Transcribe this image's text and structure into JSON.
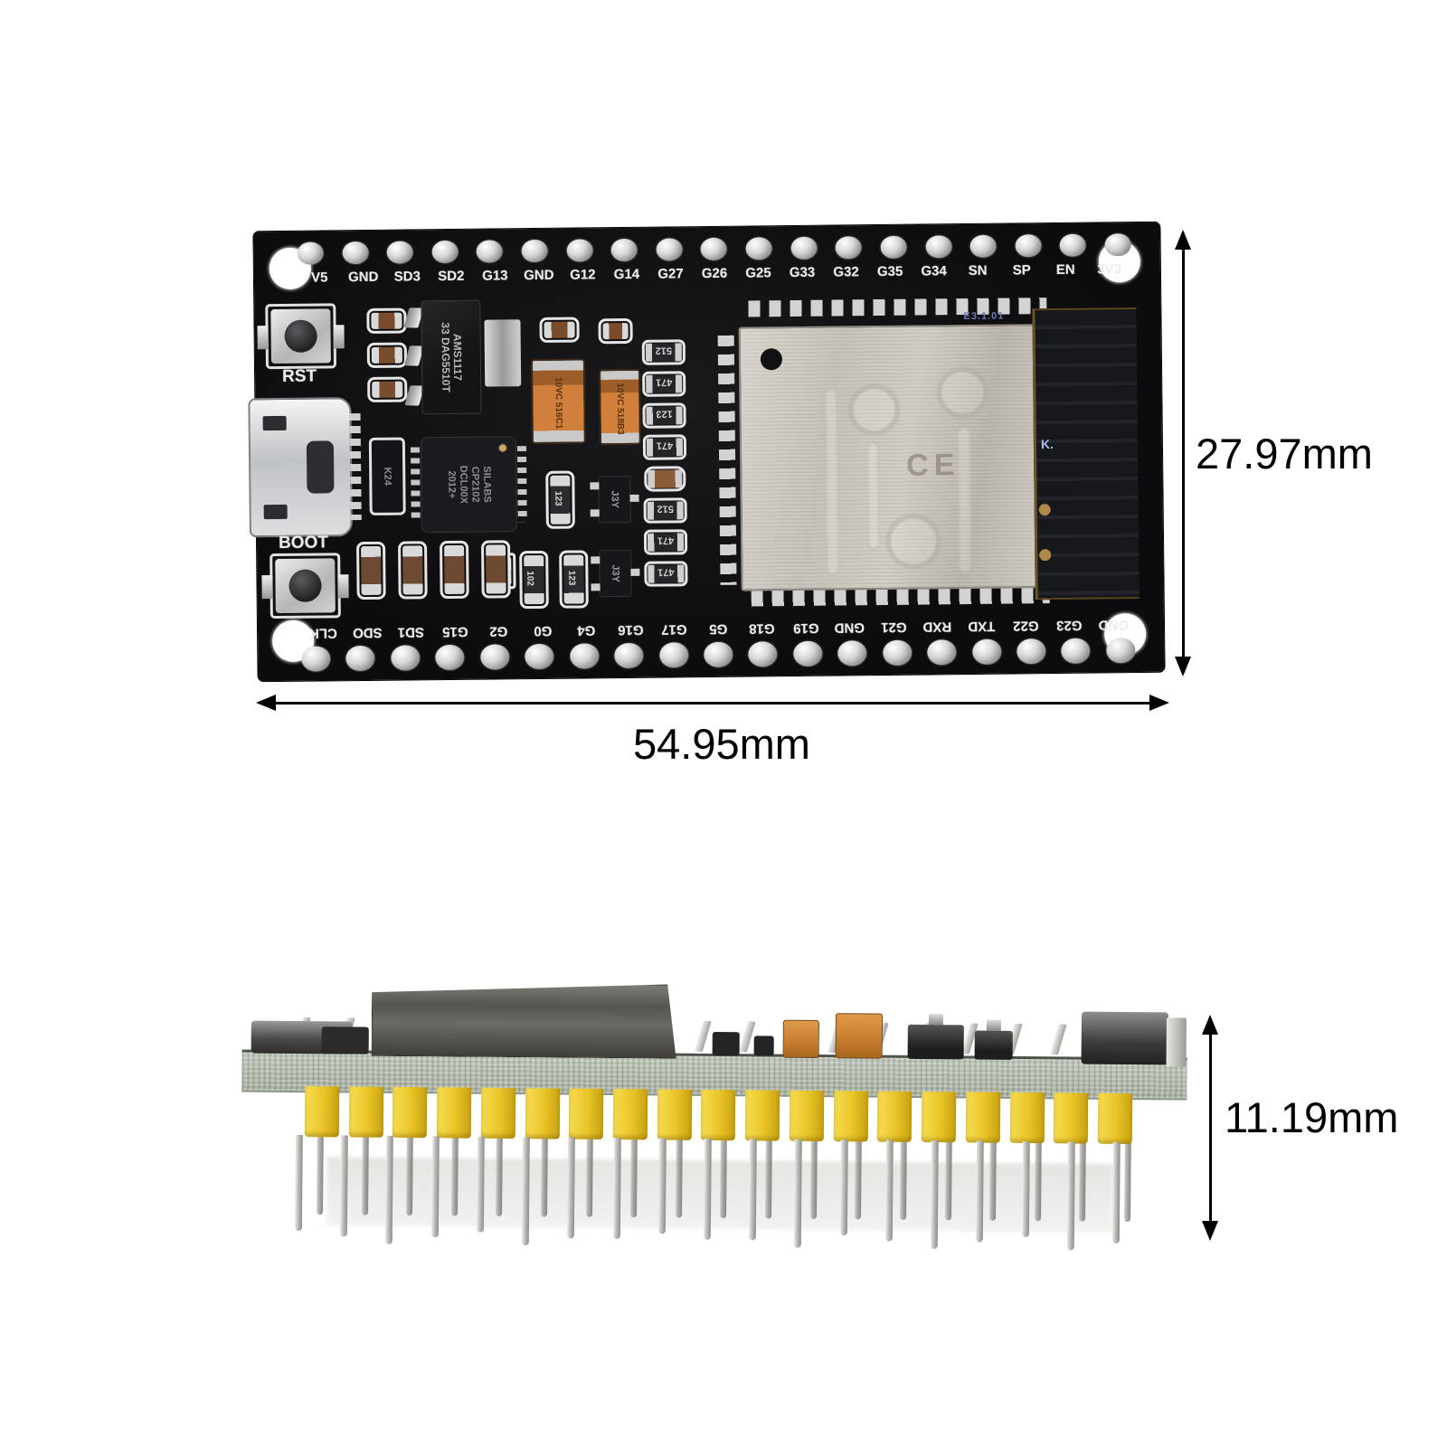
{
  "dimensions": {
    "board_width_label": "54.95mm",
    "board_height_label": "27.97mm",
    "side_height_label": "11.19mm"
  },
  "board": {
    "top_pins": [
      "V5",
      "GND",
      "SD3",
      "SD2",
      "G13",
      "GND",
      "G12",
      "G14",
      "G27",
      "G26",
      "G25",
      "G33",
      "G32",
      "G35",
      "G34",
      "SN",
      "SP",
      "EN",
      "3V3"
    ],
    "bottom_pins": [
      "CLK",
      "SDO",
      "SD1",
      "G15",
      "G2",
      "G0",
      "G4",
      "G16",
      "G17",
      "G5",
      "G18",
      "G19",
      "GND",
      "G21",
      "RXD",
      "TXD",
      "G22",
      "G23",
      "GND"
    ],
    "buttons": {
      "reset": "RST",
      "boot": "BOOT"
    },
    "regulator": {
      "line1": "AMS1117",
      "line2": "33 DAG5510T"
    },
    "usb_bridge": {
      "line1": "SILABS",
      "line2": "CP2102",
      "line3": "DCL00X",
      "line4": "2012+"
    },
    "crystal": "K24",
    "tantalum_cap1": "10VC 516C1",
    "tantalum_cap2": "10VC 518B3",
    "resistors_top": [
      "512",
      "471",
      "123",
      "471"
    ],
    "resistors_bottom": [
      "512",
      "471",
      "471"
    ],
    "small_parts": {
      "r1": "123",
      "r2": "102",
      "r3": "123",
      "q1": "J3Y",
      "q2": "J3Y"
    },
    "module": {
      "rev_mark": "E3.1.01",
      "antenna_mark": "K.",
      "ce_mark": "CE"
    }
  },
  "counts": {
    "top_pins": 19,
    "bottom_pins": 19,
    "module_pads_top": 15,
    "module_pads_left": 14,
    "module_pads_bottom": 15,
    "cap_pairs": 3,
    "passive_row": 4,
    "side_headers": 19,
    "side_pins_front": 19,
    "side_pins_back": 19,
    "side_leads": 18
  },
  "colors": {
    "background": "#ffffff",
    "pcb": "#0c0c0e",
    "silkscreen": "#ececec",
    "shield": "#cbc7bf",
    "header_yellow": "#e9c427",
    "tantalum_orange": "#d0803a",
    "dimension": "#000000"
  }
}
